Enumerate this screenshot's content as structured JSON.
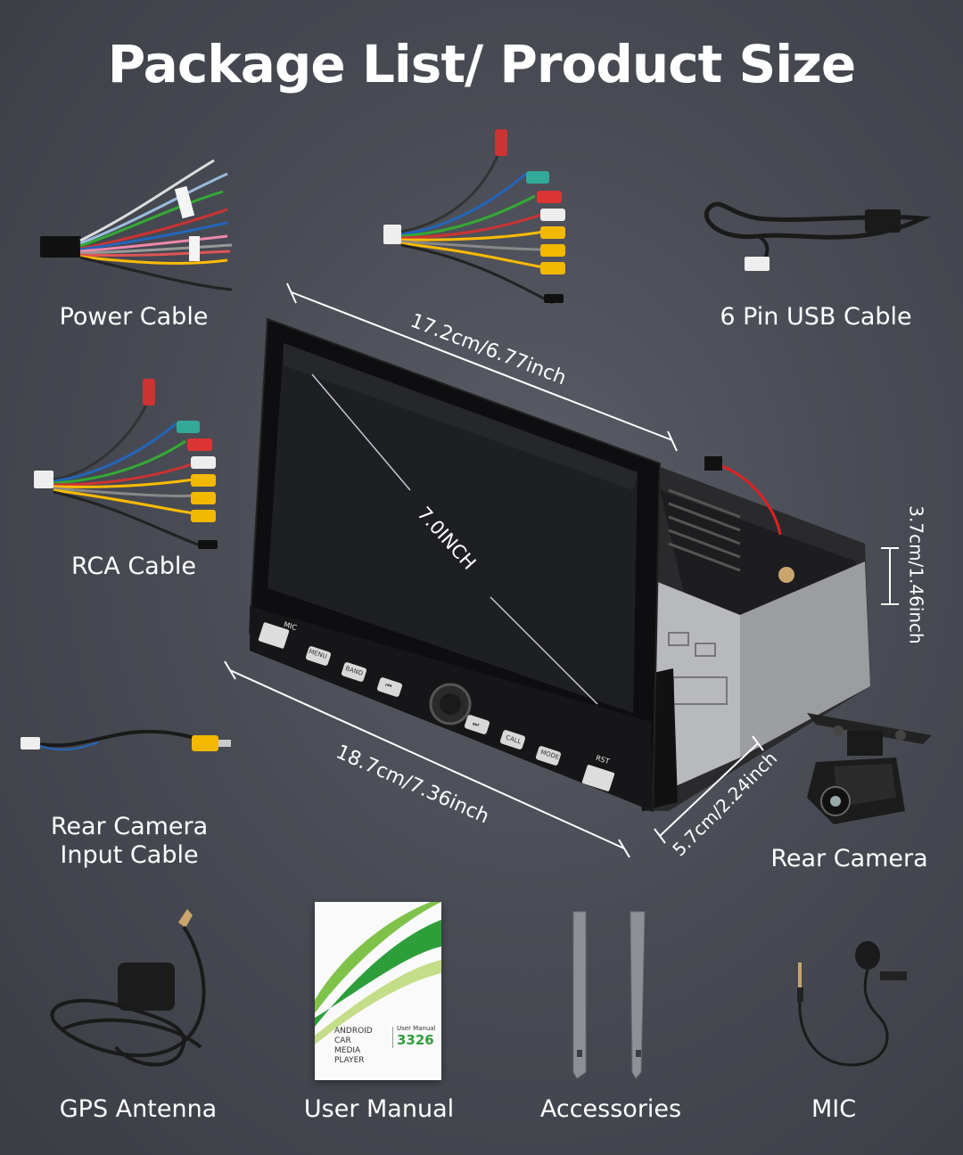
{
  "title": "Package List/ Product Size",
  "items": {
    "power_cable": "Power Cable",
    "usb_cable": "6 Pin USB Cable",
    "rca_cable": "RCA Cable",
    "rear_camera_input_cable_line1": "Rear Camera",
    "rear_camera_input_cable_line2": "Input Cable",
    "rear_camera": "Rear Camera",
    "gps_antenna": "GPS Antenna",
    "user_manual": "User Manual",
    "accessories": "Accessories",
    "mic": "MIC"
  },
  "dimensions": {
    "top_width": "17.2cm/6.77inch",
    "diagonal": "7.0INCH",
    "height": "3.7cm/1.46inch",
    "bottom_width": "18.7cm/7.36inch",
    "depth": "5.7cm/2.24inch"
  },
  "device_buttons": {
    "mic_label": "MIC",
    "rst_label": "RST",
    "btn1": "MENU",
    "btn2": "BAND",
    "btn3": "⏮",
    "btn4": "⏭",
    "btn5": "CALL",
    "btn6": "MODE"
  },
  "manual": {
    "product_line1": "ANDROID CAR",
    "product_line2": "MEDIA PLAYER",
    "subtitle": "User Manual",
    "model": "3326"
  },
  "colors": {
    "background": "#4a4c55",
    "text": "#ffffff",
    "accent_green": "#2f9e3c"
  }
}
